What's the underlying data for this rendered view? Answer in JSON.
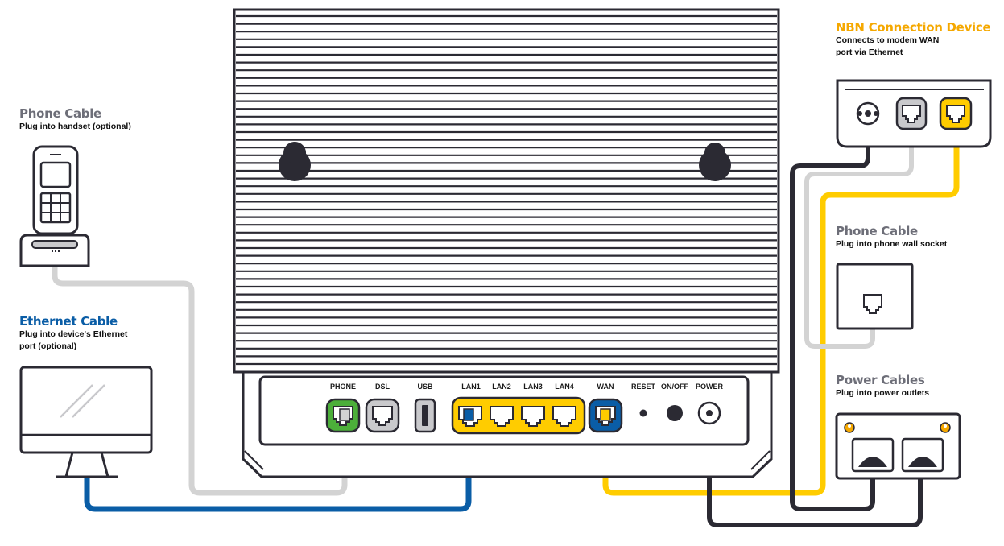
{
  "colors": {
    "gray_label": "#6d6e78",
    "blue": "#0a5da6",
    "orange": "#f5a800",
    "yellow": "#ffcc00",
    "green": "#4caf3a",
    "cable_gray": "#d3d3d3",
    "dark": "#2b2a33"
  },
  "labels": {
    "phone_cable_handset": {
      "title": "Phone Cable",
      "desc": "Plug into handset (optional)"
    },
    "ethernet_cable": {
      "title": "Ethernet Cable",
      "desc_line1": "Plug into device's Ethernet",
      "desc_line2": "port (optional)"
    },
    "nbn_device": {
      "title": "NBN Connection Device",
      "desc_line1": "Connects to modem WAN",
      "desc_line2": "port via Ethernet"
    },
    "phone_cable_wall": {
      "title": "Phone Cable",
      "desc": "Plug into phone wall socket"
    },
    "power_cables": {
      "title": "Power Cables",
      "desc": "Plug into power outlets"
    }
  },
  "ports": {
    "phone": "PHONE",
    "dsl": "DSL",
    "usb": "USB",
    "lan1": "LAN1",
    "lan2": "LAN2",
    "lan3": "LAN3",
    "lan4": "LAN4",
    "wan": "WAN",
    "reset": "RESET",
    "onoff": "ON/OFF",
    "power": "POWER"
  },
  "icons": [
    "cordless-phone-icon",
    "computer-monitor-icon",
    "modem-icon",
    "nbn-device-icon",
    "wall-socket-icon",
    "power-outlet-icon"
  ]
}
